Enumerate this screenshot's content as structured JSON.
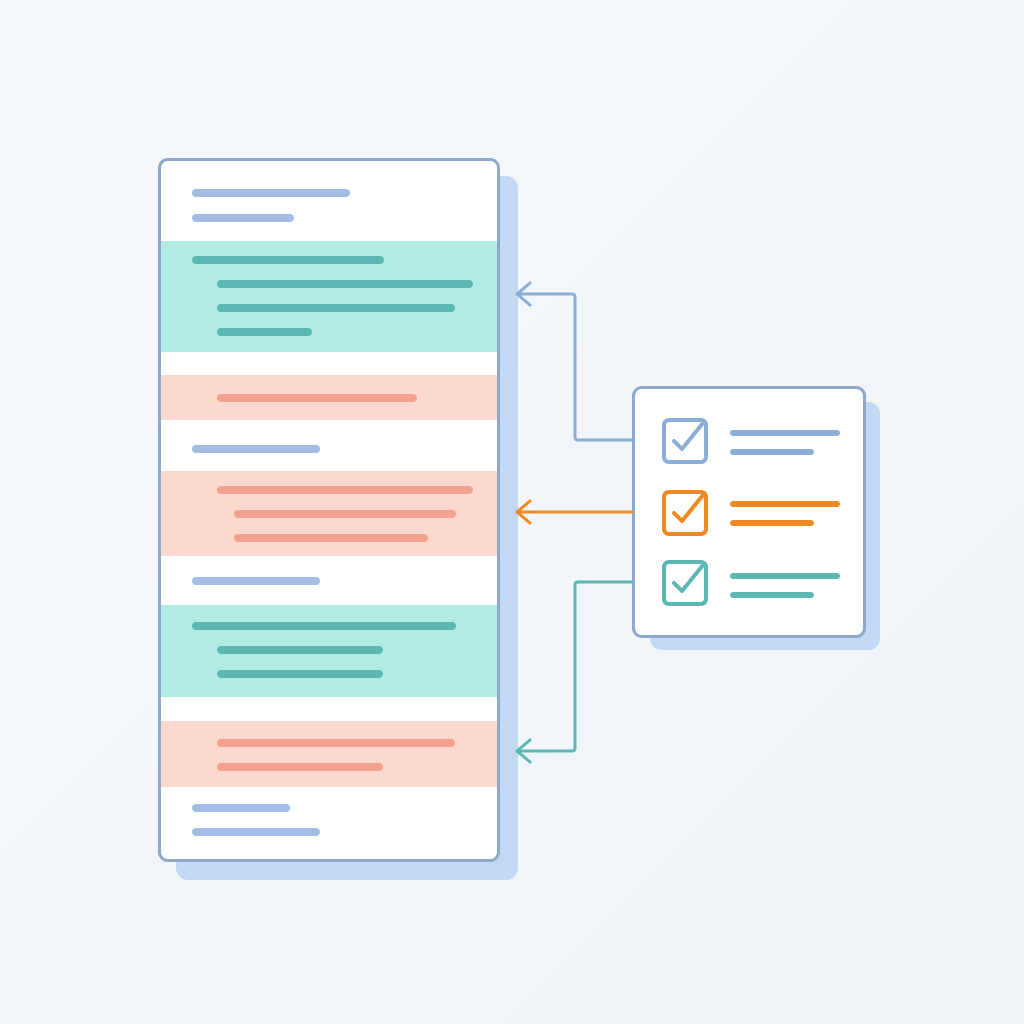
{
  "palette": {
    "placeholder_blue": "#a3bde6",
    "teal_band": "#b2ebe3",
    "teal_line": "#5cb8b3",
    "coral_band": "#fdd8cf",
    "coral_line": "#f4a28f",
    "orange_accent": "#ef8a22",
    "panel_border": "#8fa9cc",
    "panel_shadow": "#c3d8f3",
    "connector_blue": "#8aaed6",
    "connector_orange": "#ef8a22",
    "connector_teal": "#5cb8b3"
  },
  "document": {
    "bands": [
      {
        "kind": "plain",
        "lines": 2
      },
      {
        "kind": "teal",
        "lines": 4
      },
      {
        "kind": "coral",
        "lines": 1
      },
      {
        "kind": "plain",
        "lines": 1
      },
      {
        "kind": "coral",
        "lines": 3
      },
      {
        "kind": "plain",
        "lines": 1
      },
      {
        "kind": "teal",
        "lines": 3
      },
      {
        "kind": "coral",
        "lines": 2
      },
      {
        "kind": "plain",
        "lines": 2
      }
    ]
  },
  "checklist": {
    "items": [
      {
        "state": "checked",
        "color": "#8aaed6",
        "icon": "checkbox-checked-icon"
      },
      {
        "state": "checked",
        "color": "#ef8a22",
        "icon": "checkbox-checked-icon"
      },
      {
        "state": "checked",
        "color": "#5cb8b3",
        "icon": "checkbox-checked-icon"
      }
    ]
  },
  "connectors": [
    {
      "from_item": 1,
      "to_band": 2,
      "color": "#8aaed6",
      "icon": "arrow-left-icon"
    },
    {
      "from_item": 2,
      "to_band": 5,
      "color": "#ef8a22",
      "icon": "arrow-left-icon"
    },
    {
      "from_item": 3,
      "to_band": 8,
      "color": "#5cb8b3",
      "icon": "arrow-left-icon"
    }
  ]
}
